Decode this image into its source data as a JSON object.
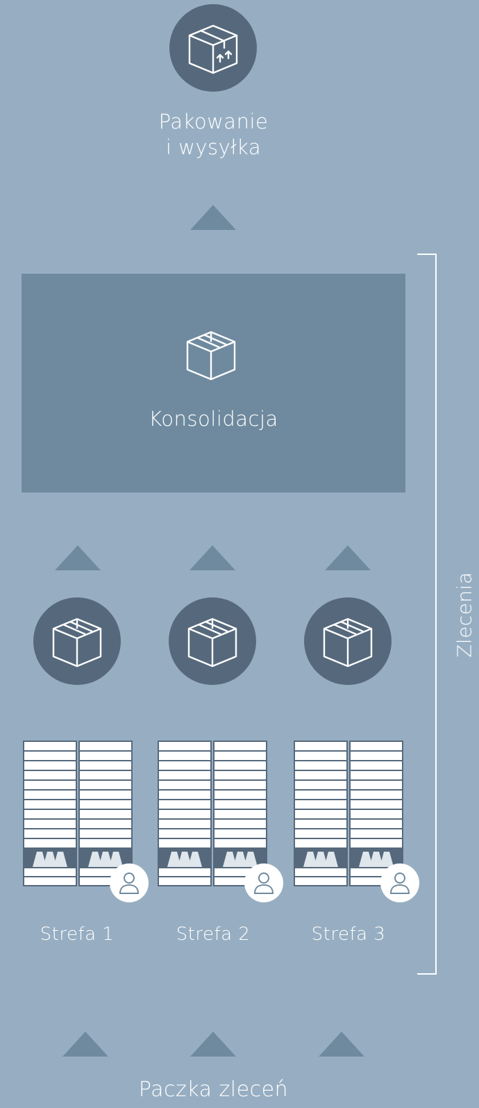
{
  "colors": {
    "background": "#97aec2",
    "circle": "#56697c",
    "panel": "#6f8a9e",
    "arrow": "#6f8a9e",
    "line": "#ffffff"
  },
  "packing": {
    "label_line1": "Pakowanie",
    "label_line2": "i wysyłka",
    "icon": "box-arrows-up-icon"
  },
  "consolidation": {
    "label": "Konsolidacja",
    "icon": "box-icon"
  },
  "zones": [
    {
      "label": "Strefa 1",
      "icon": "box-icon",
      "rack": "shelf-rack",
      "badge": "user-icon"
    },
    {
      "label": "Strefa 2",
      "icon": "box-icon",
      "rack": "shelf-rack",
      "badge": "user-icon"
    },
    {
      "label": "Strefa 3",
      "icon": "box-icon",
      "rack": "shelf-rack",
      "badge": "user-icon"
    }
  ],
  "orders_label": "Zlecenia",
  "batch_label": "Paczka zleceń"
}
